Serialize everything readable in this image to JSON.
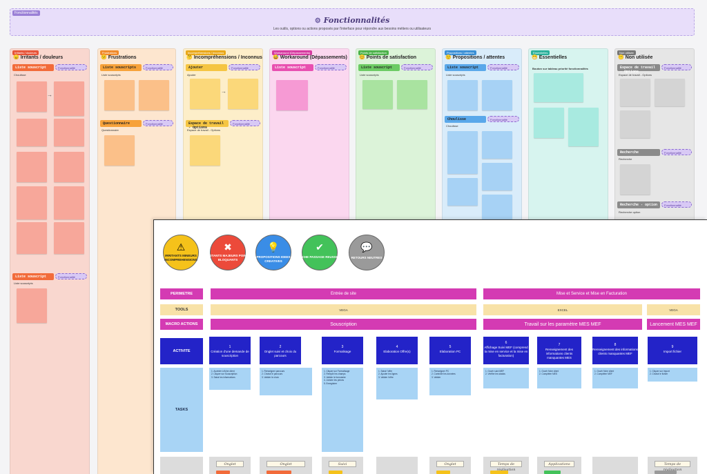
{
  "banner": {
    "tag": "Fonctionnalités",
    "title": "Fonctionnalités",
    "subtitle": "Les outils, options ou actions proposés par l'interface pour répondre aux besoins métiers ou utilisateurs"
  },
  "pill_label": "Fonctionnalité",
  "columns": [
    {
      "tag": "Irritants / douleurs",
      "title": "Irritants / douleurs",
      "emoji": "😠",
      "color": "#f9d7cf",
      "tagcolor": "#e8553a"
    },
    {
      "tag": "Frustrations",
      "title": "Frustrations",
      "emoji": "😕",
      "color": "#fde6cf",
      "tagcolor": "#f08a2a"
    },
    {
      "tag": "Incompréhensions / Inconnus",
      "title": "Incompréhensions / Inconnus",
      "emoji": "🤔",
      "color": "#fdeec9",
      "tagcolor": "#e9a81a"
    },
    {
      "tag": "Workaround (Dépassements)",
      "title": "Workaround (Dépassements)",
      "emoji": "😅",
      "color": "#fbd7ef",
      "tagcolor": "#d63aa0"
    },
    {
      "tag": "Points de satisfaction",
      "title": "Points de satisfaction",
      "emoji": "😊",
      "color": "#dcf3d9",
      "tagcolor": "#4cb24a"
    },
    {
      "tag": "Propositions / attentes",
      "title": "Propositions / attentes",
      "emoji": "🙂",
      "color": "#d9ecfa",
      "tagcolor": "#3a8fd6"
    },
    {
      "tag": "Essentielles",
      "title": "Essentielles",
      "emoji": "😁",
      "color": "#d7f4ef",
      "tagcolor": "#2ab09a"
    },
    {
      "tag": "Non utilisée",
      "title": "Non utilisée",
      "emoji": "😶",
      "color": "#e6e6e6",
      "tagcolor": "#777777"
    }
  ],
  "sections": {
    "c1a": "Liste souscript",
    "c1a_sub": "Choulisse",
    "c1b": "Liste souscript",
    "c1b_sub": "Liste souscripts",
    "c2a": "Liste souscripts",
    "c2a_sub": "Liste souscripts",
    "c2b": "Questionnaire",
    "c2b_sub": "Questionnaire",
    "c3a": "Ajouter",
    "c3a_sub": "Ajouter",
    "c3b": "Espace de travail - Options",
    "c3b_sub": "Espace de travail - Options",
    "c4a": "Liste souscript",
    "c5a": "Liste souscript",
    "c5a_sub": "Liste souscripts",
    "c6a": "Liste souscript",
    "c6a_sub": "Liste souscripts",
    "c6b": "Choulisse",
    "c6b_sub": "Choulisse",
    "c7a_title": "Bouton sur tableau priorité fonctionnalités",
    "c8a": "Espace de travail - Options",
    "c8a_sub": "Espace de travail - Options",
    "c8b": "Recherche",
    "c8b_sub": "Recherche",
    "c8c": "Recherche - option",
    "c8c_sub": "Recherche option"
  },
  "legend": [
    {
      "label": "IRRITANTS MINEURS INCOMPREHENSIONS",
      "color": "#f5c21a",
      "icon": "⚠"
    },
    {
      "label": "IRRITANTS MAJEURS POINTS BLOQUANTS",
      "color": "#ec4a3a",
      "icon": "✖"
    },
    {
      "label": "PROPOSITIONS IDEES CREATIVES",
      "color": "#3a8de6",
      "icon": "💡"
    },
    {
      "label": "TACHE PASSAGE REUSSIES",
      "color": "#43c25a",
      "icon": "✔"
    },
    {
      "label": "RETOURS NEUTRES",
      "color": "#9a9a9a",
      "icon": "💬"
    }
  ],
  "rows": {
    "perimetre": "PERIMETRE",
    "tools": "TOOLS",
    "macro": "MACRO ACTIONS",
    "activite": "ACTIVITE",
    "tasks": "TASKS"
  },
  "perimetre": {
    "a": "Entrée de site",
    "b": "Mise et Service et Mise en Facturation"
  },
  "tools": {
    "a": "VEGA",
    "b": "EXCEL",
    "c": "VEGA"
  },
  "macro": {
    "a": "Souscription",
    "b": "Travail sur les paramètre MES MEF",
    "c": "Lancement MES MEF"
  },
  "activities": [
    {
      "n": "1",
      "label": "Création d'une demande de souscription"
    },
    {
      "n": "2",
      "label": "Onglet suivi et choix du parcours"
    },
    {
      "n": "3",
      "label": "Formalisage"
    },
    {
      "n": "4",
      "label": "Elaboration Offre(s)"
    },
    {
      "n": "5",
      "label": "Elaboration PC"
    },
    {
      "n": "6",
      "label": "Affichage Suivi MEF (comprend la mise en service et la mise en facturation)"
    },
    {
      "n": "7",
      "label": "Renseignement des informations clients manquantes MES"
    },
    {
      "n": "8",
      "label": "Renseignement des informations clients manquantes MEF"
    },
    {
      "n": "9",
      "label": "Import fichier"
    }
  ],
  "tasks": [
    "1. Accéder à fiche client\n2. Cliquer sur Souscription\n3. Saisir les informations",
    "1. Renseigner parcours\n2. Choisir le parcours\n3. Valider le choix",
    "1. Cliquer sur Formalisage\n2. Remplir les champs\n3. Valider le formulaire\n4. Joindre les pièces\n5. Enregistrer",
    "1. Saisir l'offre\n2. Ajouter les lignes\n3. Valider l'offre",
    "1. Renseigner PC\n2. Contrôler les données\n3. Valider",
    "1. Ouvrir suivi MEF\n2. Vérifier les statuts",
    "1. Ouvrir fiche client\n2. Compléter MES",
    "1. Ouvrir fiche client\n2. Compléter MEF",
    "1. Cliquer sur Import\n2. Choisir le fichier"
  ],
  "bottom_tags": [
    "Onglet",
    "Onglet",
    "Suivi",
    "",
    "Onglet",
    "Temps de réalisation",
    "Applications",
    "",
    "Temps de réalisation"
  ]
}
